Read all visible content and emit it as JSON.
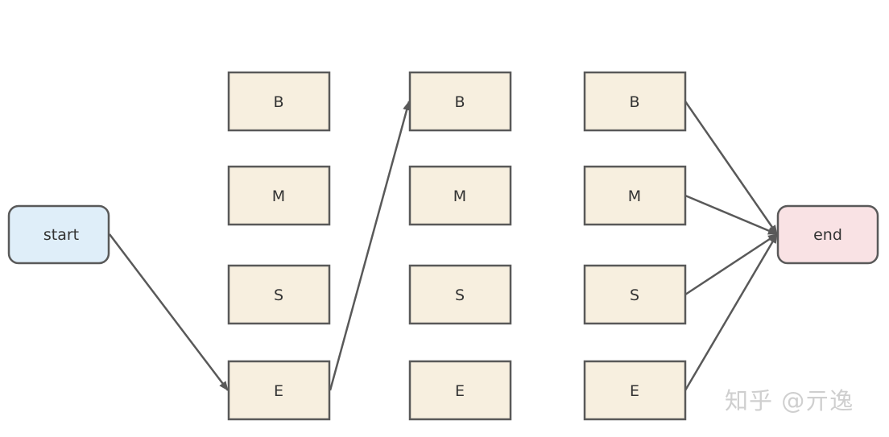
{
  "diagram": {
    "start_label": "start",
    "end_label": "end",
    "columns": [
      {
        "rows": [
          "B",
          "M",
          "S",
          "E"
        ]
      },
      {
        "rows": [
          "B",
          "M",
          "S",
          "E"
        ]
      },
      {
        "rows": [
          "B",
          "M",
          "S",
          "E"
        ]
      }
    ],
    "edges": [
      {
        "from": "start",
        "to": "col1-E"
      },
      {
        "from": "col1-E",
        "to": "col2-B"
      },
      {
        "from": "col3-B",
        "to": "end"
      },
      {
        "from": "col3-M",
        "to": "end"
      },
      {
        "from": "col3-S",
        "to": "end"
      },
      {
        "from": "col3-E",
        "to": "end"
      }
    ]
  },
  "watermark": "知乎 @亓逸"
}
